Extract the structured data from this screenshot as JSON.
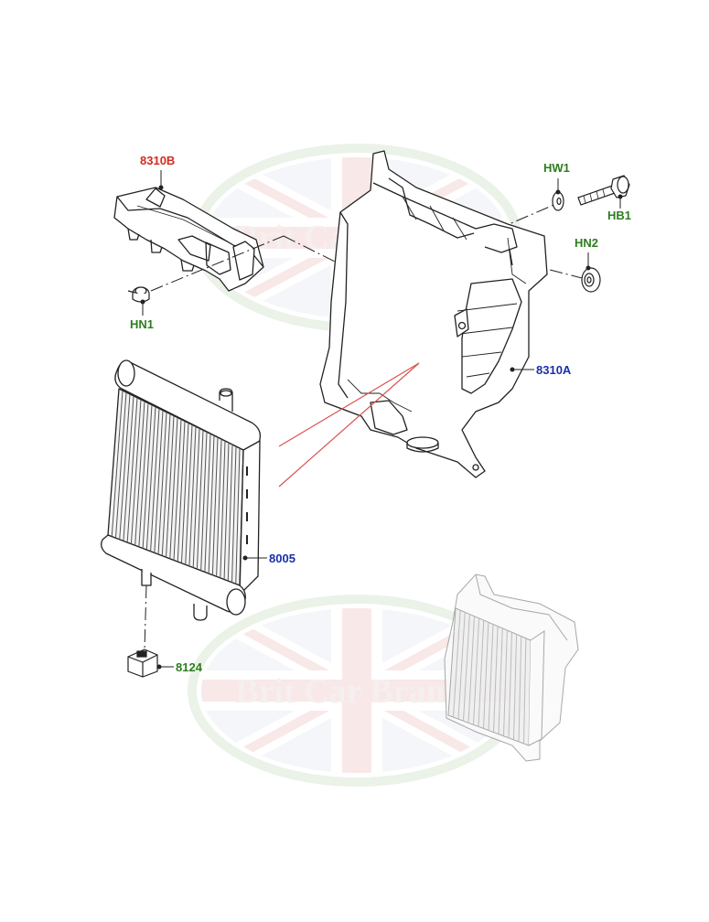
{
  "colors": {
    "red_label": "#d42a1e",
    "green_label": "#2e7d1f",
    "blue_label": "#1a2fa8",
    "line": "#222222",
    "watermark_red": "#f3d6d6",
    "watermark_green": "#dbe9d6",
    "watermark_blue": "#dfe3ef",
    "guide_line": "#d9534f"
  },
  "watermark": {
    "text": "Brit Car Brands"
  },
  "labels": {
    "bracket_upper": {
      "text": "8310B",
      "color_key": "red_label"
    },
    "nut_left": {
      "text": "HN1",
      "color_key": "green_label"
    },
    "washer": {
      "text": "HW1",
      "color_key": "green_label"
    },
    "bolt": {
      "text": "HB1",
      "color_key": "green_label"
    },
    "nut_right": {
      "text": "HN2",
      "color_key": "green_label"
    },
    "frame": {
      "text": "8310A",
      "color_key": "blue_label"
    },
    "cooler": {
      "text": "8005",
      "color_key": "blue_label"
    },
    "mount": {
      "text": "8124",
      "color_key": "green_label"
    }
  }
}
